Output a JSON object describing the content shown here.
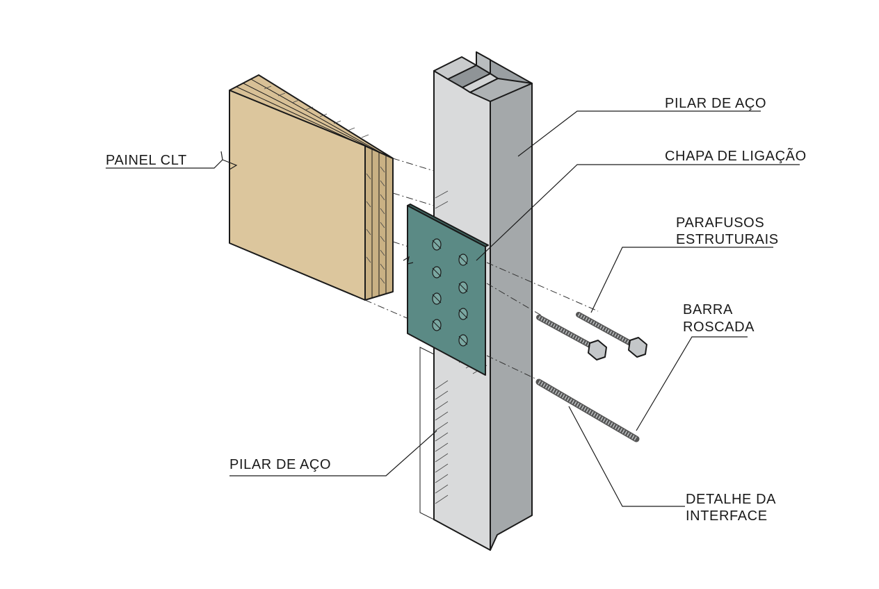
{
  "labels": {
    "painel_clt": "PAINEL CLT",
    "pilar_top": "PILAR DE AÇO",
    "chapa": "CHAPA DE LIGAÇÃO",
    "parafusos_l1": "PARAFUSOS",
    "parafusos_l2": "ESTRUTURAIS",
    "barra_l1": "BARRA",
    "barra_l2": "ROSCADA",
    "pilar_bottom": "PILAR DE AÇO",
    "detalhe_l1": "DETALHE DA",
    "detalhe_l2": "INTERFACE"
  },
  "colors": {
    "clt_face": "#dcc69d",
    "clt_side": "#c9b184",
    "plate": "#5b8a85",
    "steel_web": "#d9dadb",
    "steel_flange": "#a4a8aa",
    "outline": "#1a1a1a"
  }
}
